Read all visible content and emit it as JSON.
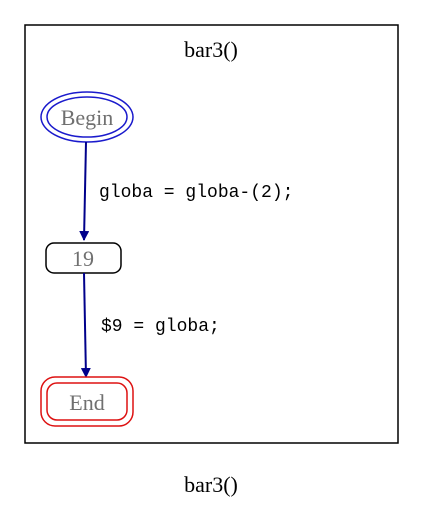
{
  "diagram": {
    "cluster_title": "bar3()",
    "caption": "bar3()",
    "nodes": {
      "begin": {
        "label": "Begin",
        "shape": "double-ellipse",
        "color": "#1a1acc"
      },
      "n19": {
        "label": "19",
        "shape": "rounded-box",
        "color": "#000000"
      },
      "end": {
        "label": "End",
        "shape": "double-rounded-box",
        "color": "#dd1111"
      }
    },
    "edges": [
      {
        "from": "Begin",
        "to": "19",
        "label": "globa = globa-(2);",
        "color": "#00008b"
      },
      {
        "from": "19",
        "to": "End",
        "label": "$9 = globa;",
        "color": "#00008b"
      }
    ],
    "node_text_color": "#707070",
    "edge_label_color": "#000000"
  }
}
